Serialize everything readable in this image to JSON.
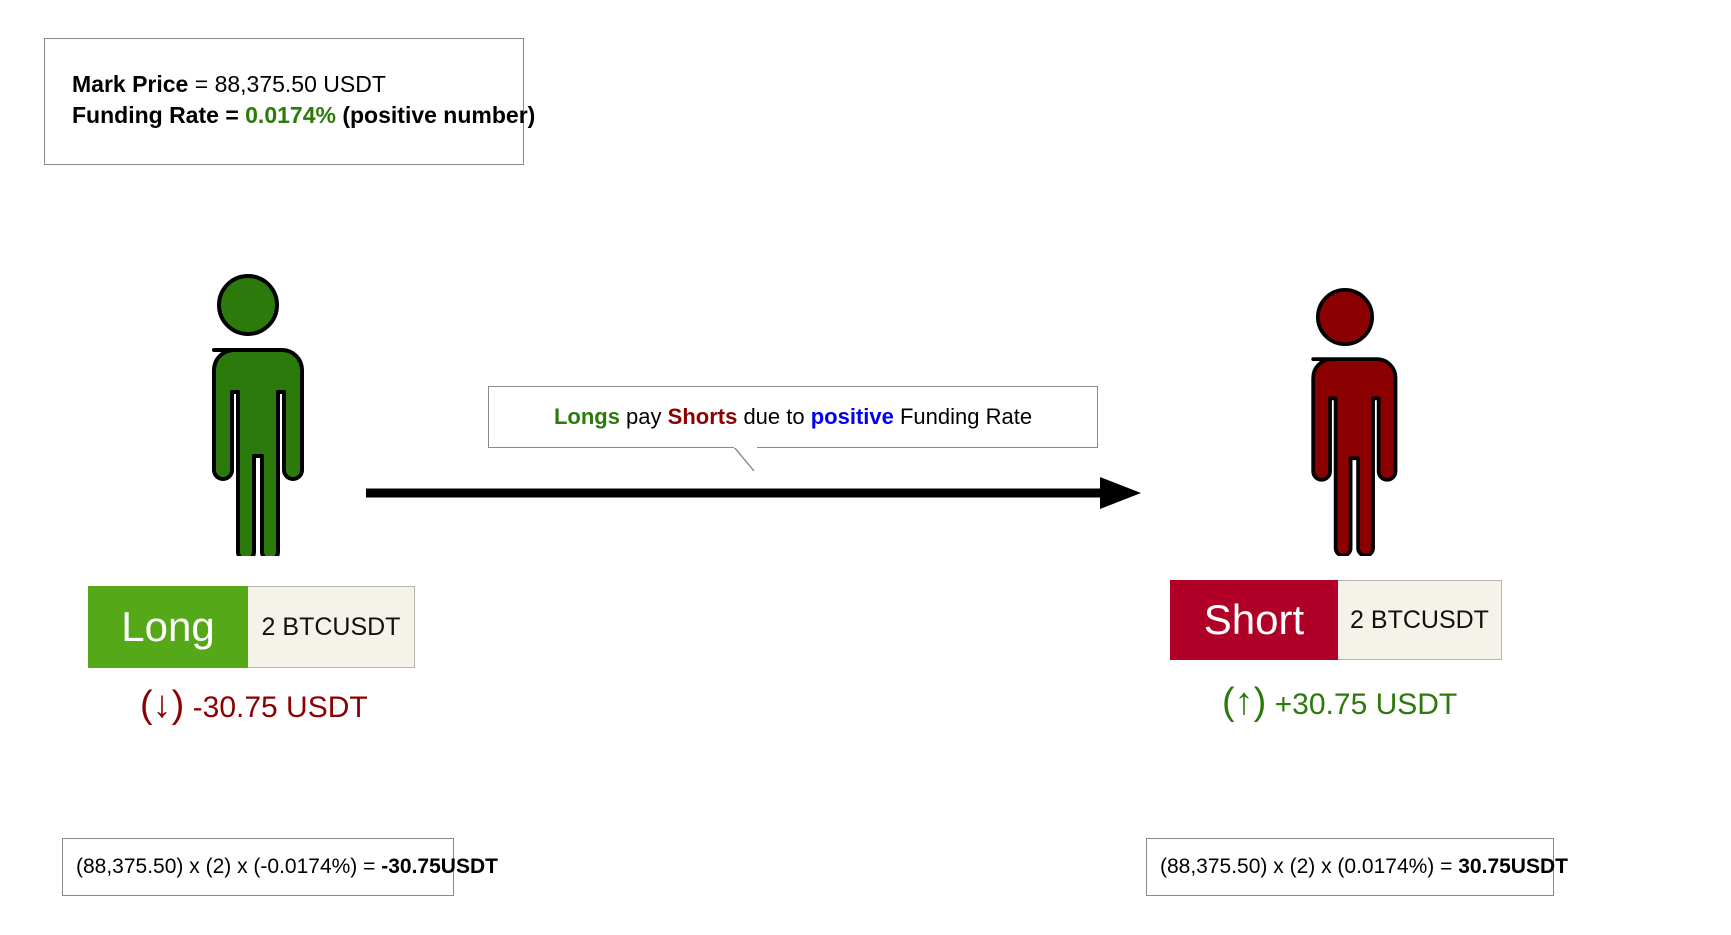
{
  "info_box": {
    "mark_price_label": "Mark Price",
    "mark_price_eq": " = 88,375.50 USDT",
    "funding_rate_label": "Funding Rate = ",
    "funding_rate_value": "0.0174%",
    "funding_rate_note": " (positive number)"
  },
  "callout": {
    "word_longs": "Longs",
    "text_pay": " pay ",
    "word_shorts": "Shorts",
    "text_due": " due to ",
    "word_positive": "positive",
    "text_tail": " Funding Rate"
  },
  "long_side": {
    "figure_name": "long-trader-figure",
    "badge_label": "Long",
    "badge_symbol": "2 BTCUSDT",
    "delta_arrow": "(↓)",
    "delta_value": "-30.75 USDT",
    "formula_plain": "(88,375.50) x (2) x (-0.0174%) = ",
    "formula_bold": "-30.75USDT"
  },
  "short_side": {
    "figure_name": "short-trader-figure",
    "badge_label": "Short",
    "badge_symbol": "2 BTCUSDT",
    "delta_arrow": "(↑)",
    "delta_value": "+30.75 USDT",
    "formula_plain": "(88,375.50) x (2) x (0.0174%) = ",
    "formula_bold": "30.75USDT"
  },
  "arrow": {
    "name": "longs-to-shorts-arrow",
    "direction": "right"
  },
  "colors": {
    "long_green": "#55a818",
    "figure_green": "#2b7a0b",
    "short_crimson": "#b00028",
    "figure_dark_red": "#8b0000",
    "positive_blue": "#0000ee",
    "badge_cream": "#f5f2ea",
    "border_gray": "#8a8a8a",
    "arrow_black": "#000000"
  }
}
